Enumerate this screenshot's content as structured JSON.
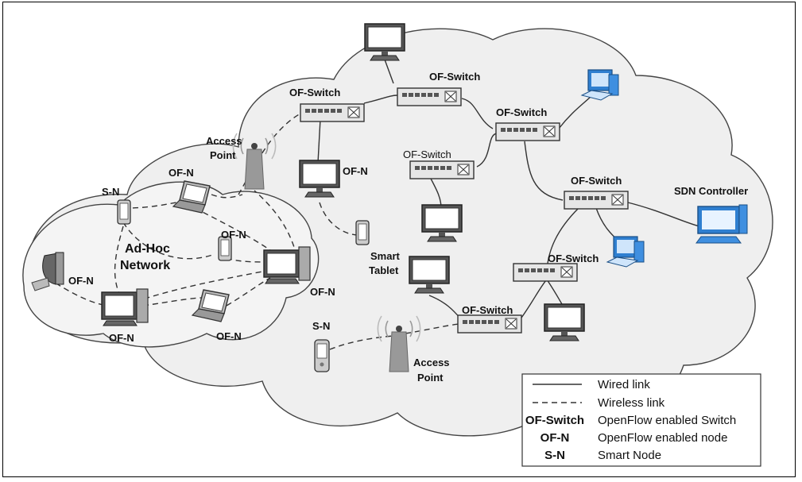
{
  "labels": {
    "of_switch": "OF-Switch",
    "of_n": "OF-N",
    "s_n": "S-N",
    "access_point_1": "Access",
    "access_point_2": "Point",
    "adhoc_1": "Ad-Hoc",
    "adhoc_2": "Network",
    "smart_tablet_1": "Smart",
    "smart_tablet_2": "Tablet",
    "sdn_controller": "SDN Controller"
  },
  "legend": {
    "items": [
      {
        "key": "",
        "text": "Wired link"
      },
      {
        "key": "",
        "text": "Wireless link"
      },
      {
        "key": "OF-Switch",
        "text": "OpenFlow enabled Switch"
      },
      {
        "key": "OF-N",
        "text": "OpenFlow enabled node"
      },
      {
        "key": "S-N",
        "text": "Smart Node"
      }
    ]
  },
  "colors": {
    "cloud_fill": "#efefef",
    "switch_fill": "#e6e6e6",
    "accent_blue": "#2f7fd0"
  }
}
